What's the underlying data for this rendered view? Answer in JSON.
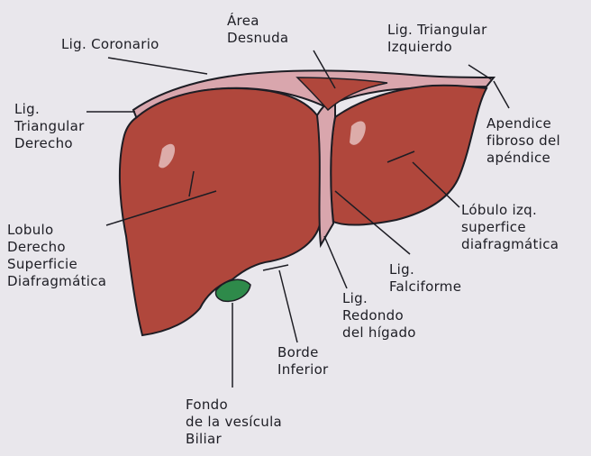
{
  "colors": {
    "paper": "#e9e7ec",
    "liver": "#b0473c",
    "liver_shadow": "#8d3028",
    "ligament": "#d9a6ad",
    "gallbladder": "#2e8a4a",
    "ink": "#1d1d24"
  },
  "labels": {
    "lig_coronario": [
      "Lig. Coronario"
    ],
    "area_desnuda": [
      "Área",
      "Desnuda"
    ],
    "lig_triangular_izq": [
      "Lig. Triangular",
      "Izquierdo"
    ],
    "lig_triangular_der": [
      "Lig.",
      "Triangular",
      "Derecho"
    ],
    "apendice": [
      "Apendice",
      "fibroso del",
      "apéndice"
    ],
    "lobulo_izq": [
      "Lóbulo izq.",
      "superfice",
      "diafragmática"
    ],
    "lobulo_der": [
      "Lobulo",
      "Derecho",
      "Superficie",
      "Diafragmática"
    ],
    "lig_falciforme": [
      "Lig.",
      "Falciforme"
    ],
    "lig_redondo": [
      "Lig.",
      "Redondo",
      "del hígado"
    ],
    "borde_inferior": [
      "Borde",
      "Inferior"
    ],
    "fondo_vesicula": [
      "Fondo",
      "de la vesícula",
      "Biliar"
    ]
  }
}
